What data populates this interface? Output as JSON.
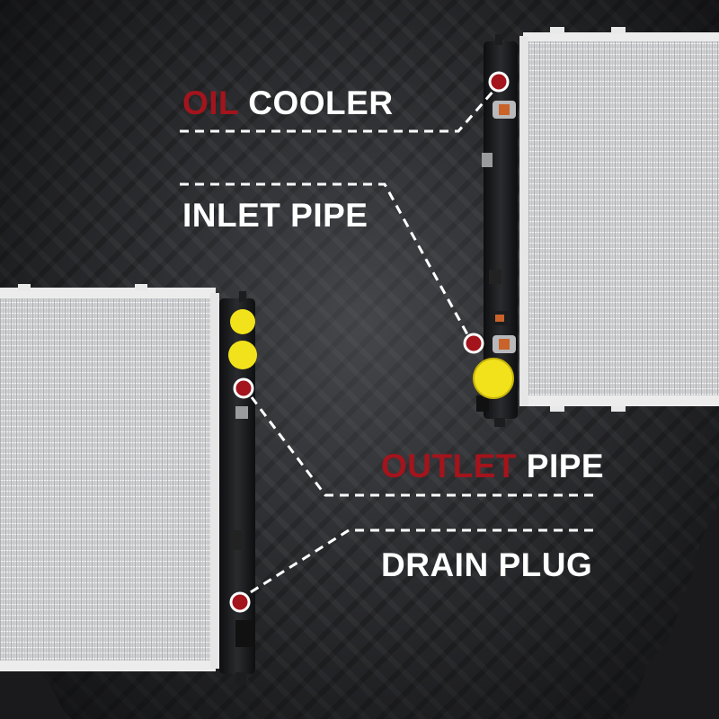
{
  "labels": {
    "oil_cooler": {
      "accent": "OIL",
      "rest": " COOLER"
    },
    "inlet_pipe": {
      "accent": "",
      "rest": "INLET PIPE"
    },
    "outlet_pipe": {
      "accent": "OUTLET",
      "rest": " PIPE"
    },
    "drain_plug": {
      "accent": "",
      "rest": "DRAIN PLUG"
    }
  },
  "colors": {
    "accent": "#a3141c",
    "marker": "#a3141c",
    "cap": "#f2e21b",
    "tank": "#1b1c1e",
    "core": "#d9dadb"
  }
}
